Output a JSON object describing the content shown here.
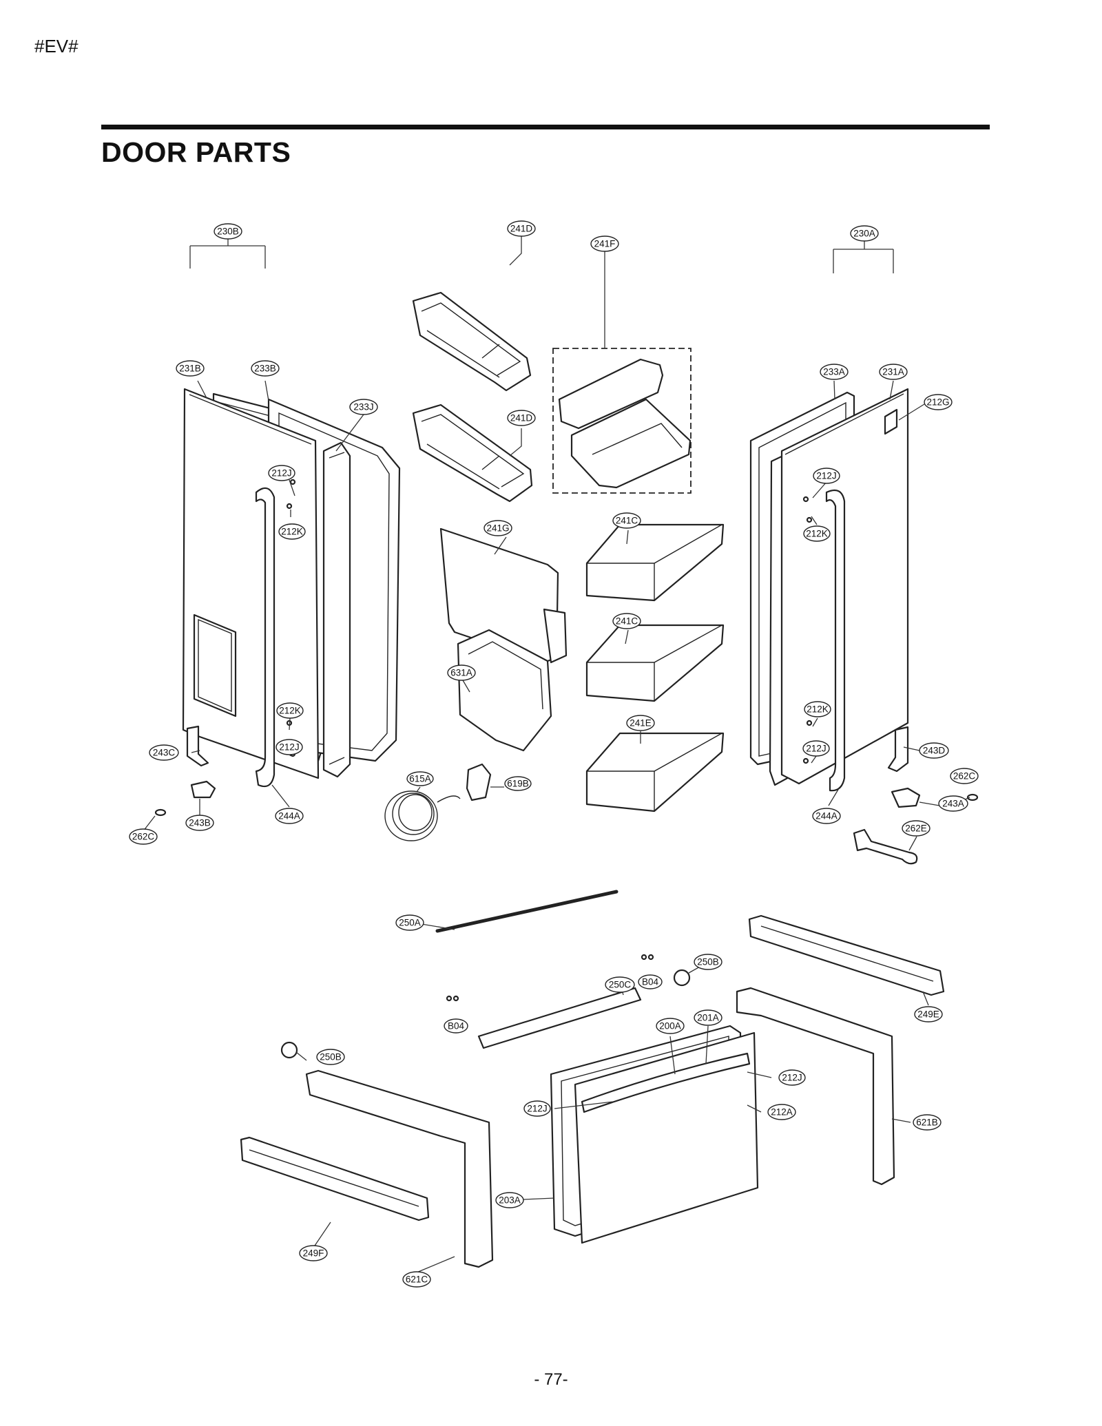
{
  "header_code": "#EV#",
  "title": "DOOR PARTS",
  "page_number": "- 77-",
  "labels": {
    "l230B": "230B",
    "l231B": "231B",
    "l233B": "233B",
    "l233J": "233J",
    "l241D_top": "241D",
    "l241D_mid": "241D",
    "l241F": "241F",
    "l230A": "230A",
    "l233A": "233A",
    "l231A": "231A",
    "l212G": "212G",
    "l212J_left_top": "212J",
    "l212K_left_top": "212K",
    "l212K_left_bot": "212K",
    "l212J_left_bot": "212J",
    "l212J_right_top": "212J",
    "l212K_right_top": "212K",
    "l212K_right_bot": "212K",
    "l212J_right_bot": "212J",
    "l241G": "241G",
    "l241C_top": "241C",
    "l241C_mid": "241C",
    "l241E": "241E",
    "l631A": "631A",
    "l615A": "615A",
    "l619B": "619B",
    "l243C": "243C",
    "l243B": "243B",
    "l244A_left": "244A",
    "l262C_left": "262C",
    "l243D": "243D",
    "l262C_right": "262C",
    "l243A": "243A",
    "l244A_right": "244A",
    "l262E": "262E",
    "l250A": "250A",
    "l250B_top": "250B",
    "l250C": "250C",
    "l249E": "249E",
    "lB04_top": "B04",
    "lB04_left": "B04",
    "l200A": "200A",
    "l201A": "201A",
    "l212J_drawer_right": "212J",
    "l212J_drawer_left": "212J",
    "l212A": "212A",
    "l621B": "621B",
    "l250B_left": "250B",
    "l203A": "203A",
    "l249F": "249F",
    "l621C": "621C"
  }
}
